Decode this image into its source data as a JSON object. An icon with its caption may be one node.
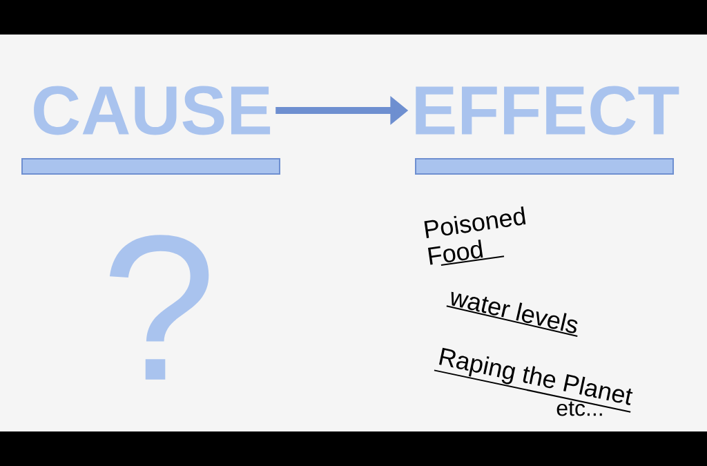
{
  "diagram": {
    "nodes": [
      {
        "text": [
          "CAUSE"
        ]
      },
      {
        "text": [
          "EFFECT"
        ]
      }
    ],
    "edges": [
      {
        "from": 0,
        "to": 1,
        "arrow": "to"
      }
    ],
    "labels": [
      "?",
      "Poisoned Food",
      "water levels",
      "Raping the Planet",
      "etc..."
    ]
  }
}
